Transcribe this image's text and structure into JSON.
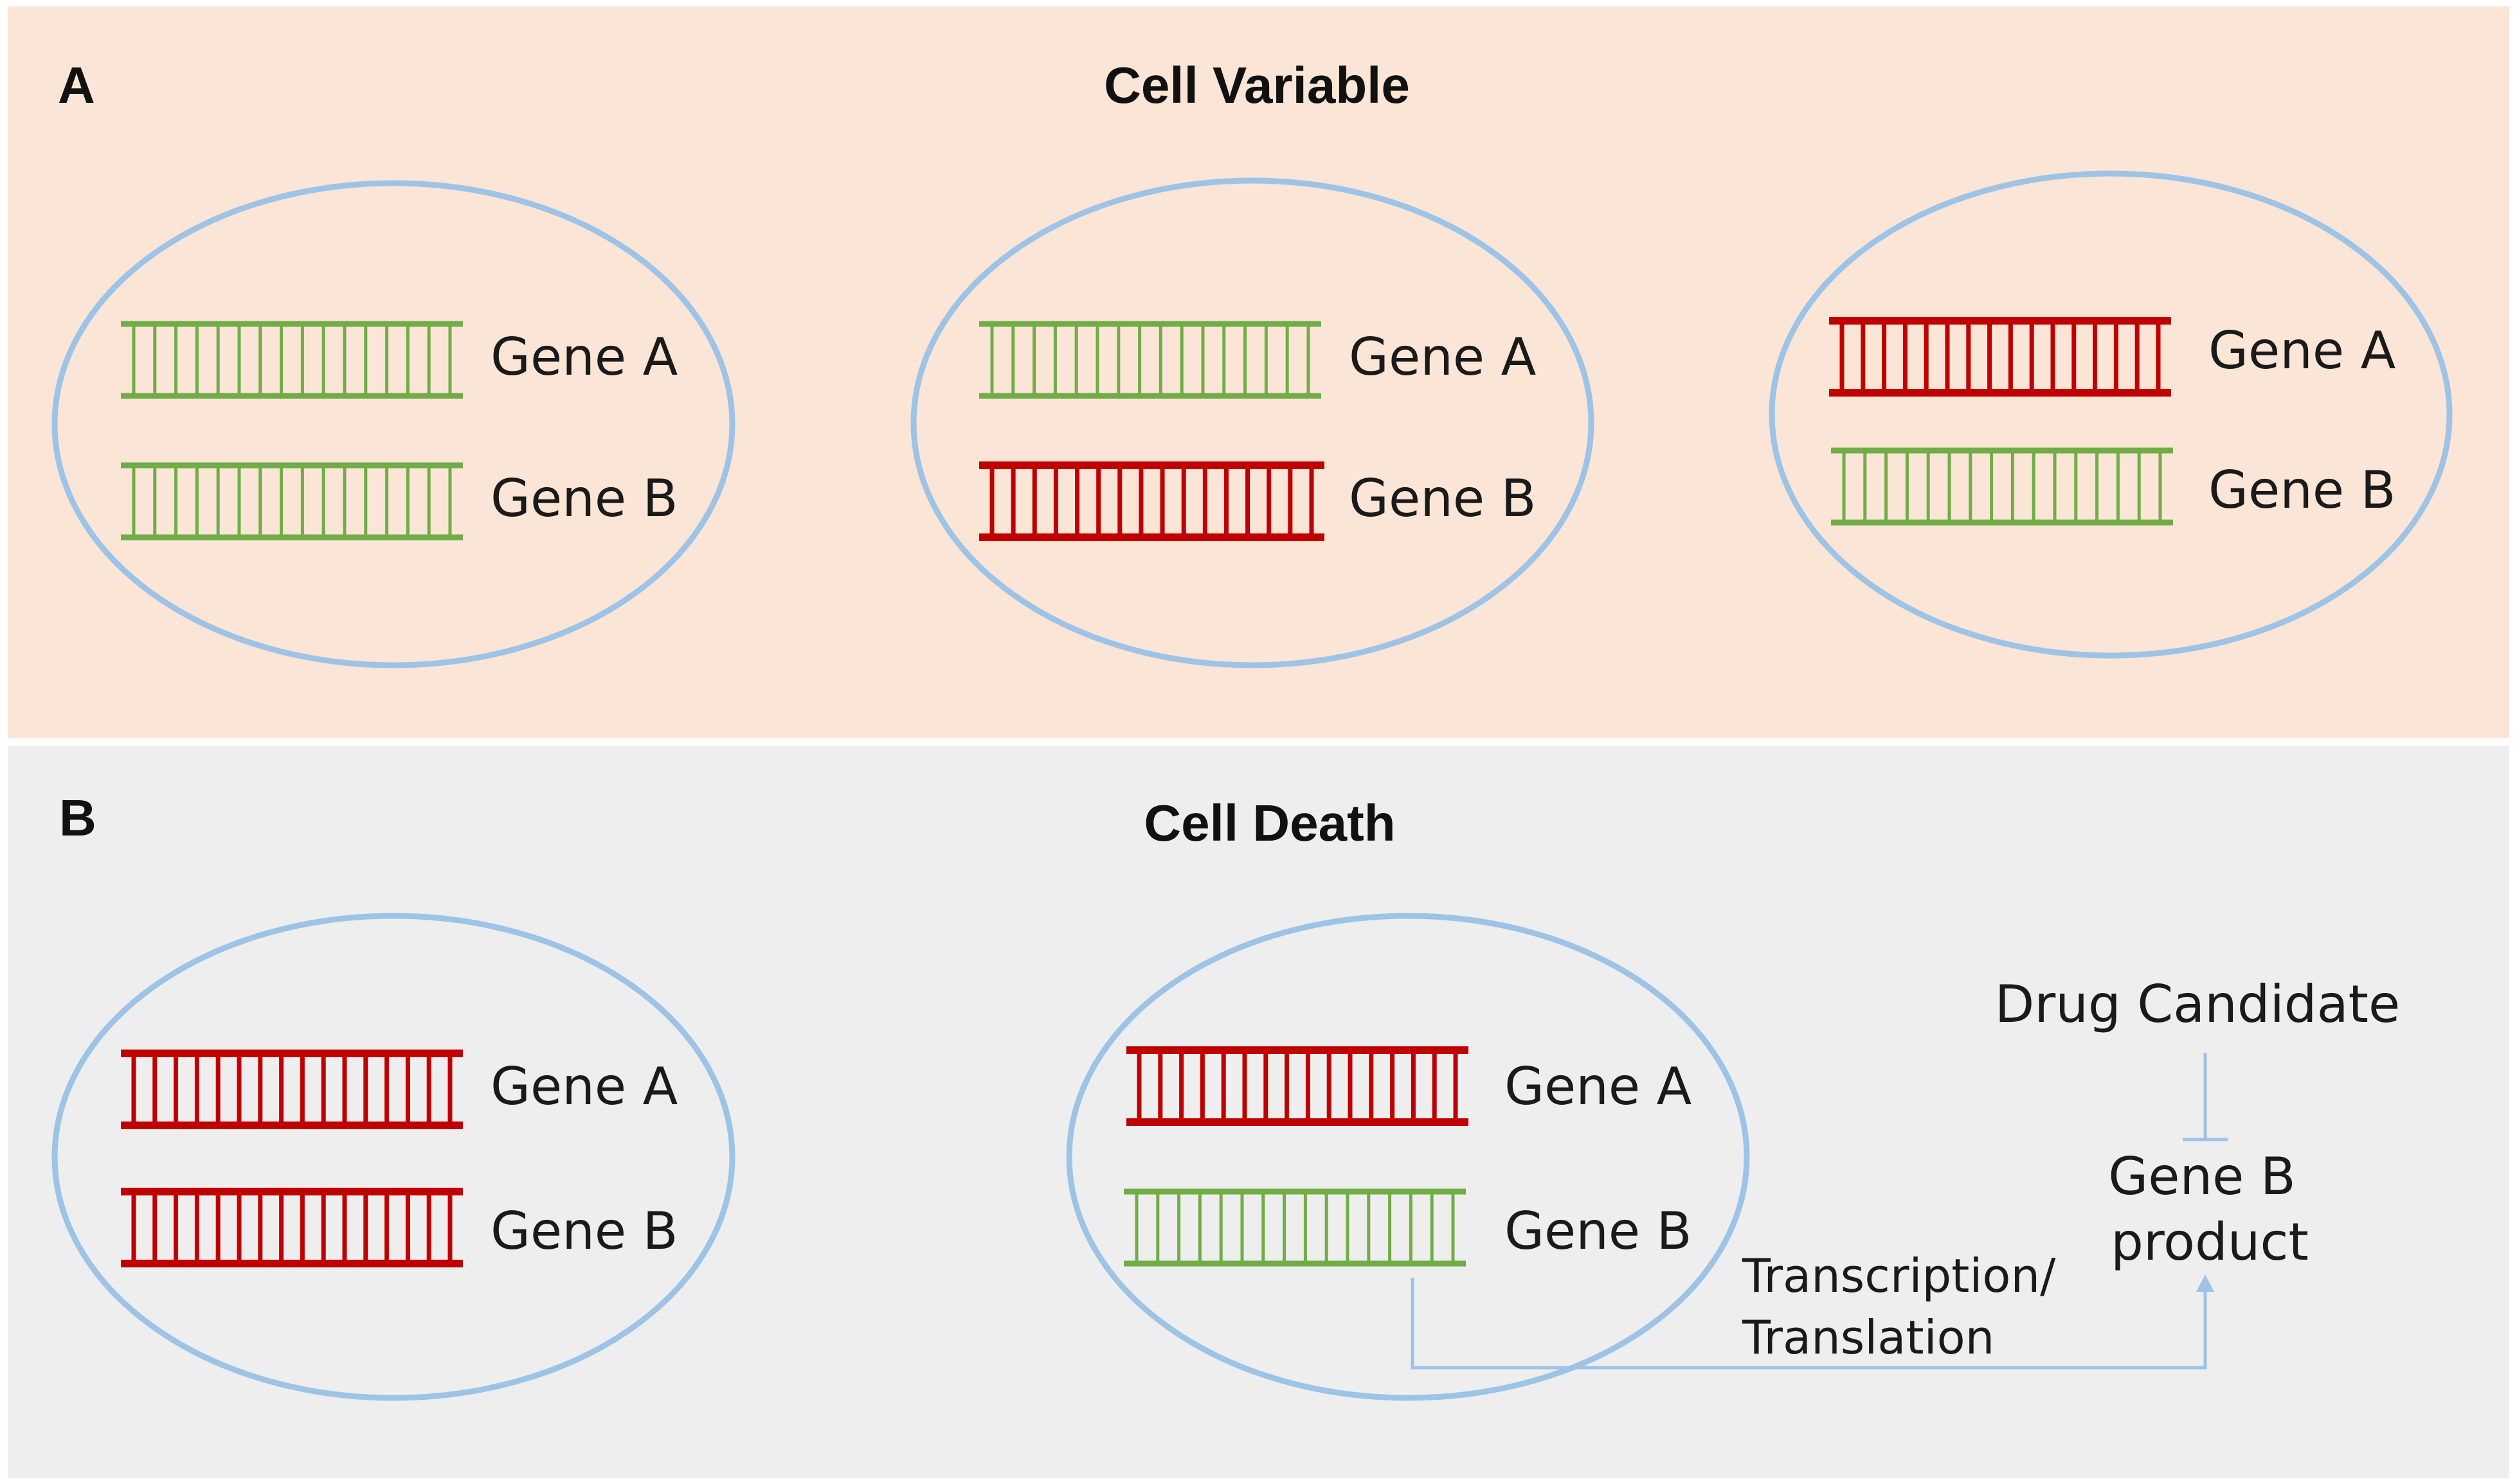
{
  "colors": {
    "panel_a_bg": "#fbe5d6",
    "panel_b_bg": "#eeeeee",
    "cell_outline": "#9dc3e6",
    "gene_active": "#70ad47",
    "gene_inactive": "#c00000",
    "flow_line": "#9dc3e6"
  },
  "panel_a": {
    "letter": "A",
    "title": "Cell Variable",
    "cells": [
      {
        "genes": [
          {
            "label": "Gene A",
            "state": "active"
          },
          {
            "label": "Gene B",
            "state": "active"
          }
        ]
      },
      {
        "genes": [
          {
            "label": "Gene A",
            "state": "active"
          },
          {
            "label": "Gene B",
            "state": "inactive"
          }
        ]
      },
      {
        "genes": [
          {
            "label": "Gene A",
            "state": "inactive"
          },
          {
            "label": "Gene B",
            "state": "active"
          }
        ]
      }
    ]
  },
  "panel_b": {
    "letter": "B",
    "title": "Cell Death",
    "cells": [
      {
        "genes": [
          {
            "label": "Gene A",
            "state": "inactive"
          },
          {
            "label": "Gene B",
            "state": "inactive"
          }
        ]
      },
      {
        "genes": [
          {
            "label": "Gene A",
            "state": "inactive"
          },
          {
            "label": "Gene B",
            "state": "active"
          }
        ]
      }
    ],
    "drug_label": "Drug Candidate",
    "product_label_line1": "Gene B",
    "product_label_line2": "product",
    "flow_label_line1": "Transcription/",
    "flow_label_line2": "Translation"
  }
}
